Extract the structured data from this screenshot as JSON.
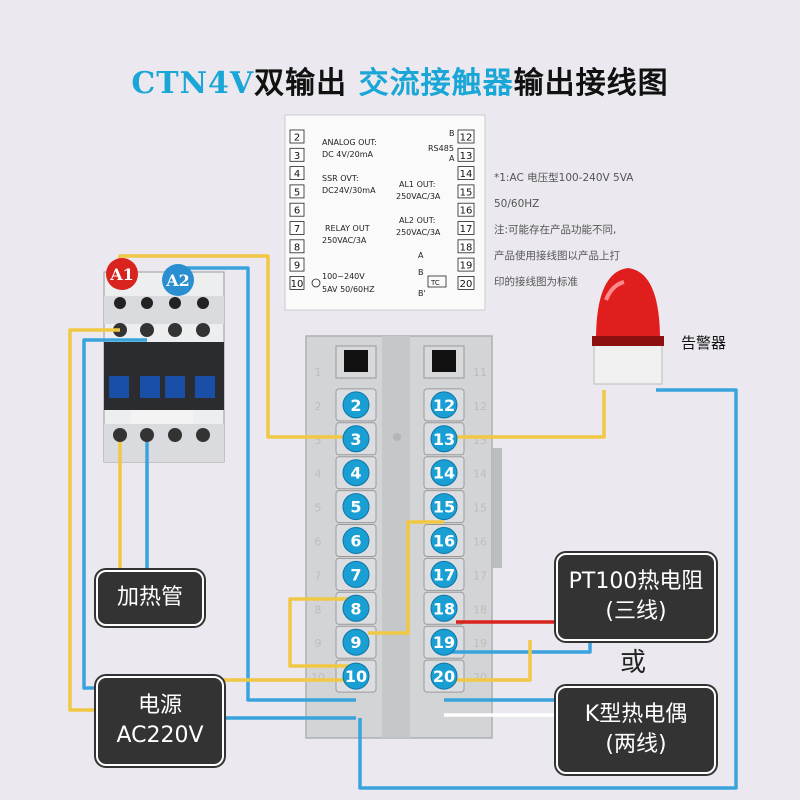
{
  "title": {
    "part1": "CTN4V",
    "part2": "双输出 ",
    "part3": "交流接触器",
    "part4": "输出接线图"
  },
  "schematic": {
    "left_terminals": [
      "2",
      "3",
      "4",
      "5",
      "6",
      "7",
      "8",
      "9",
      "10"
    ],
    "right_terminals": [
      "12",
      "13",
      "14",
      "15",
      "16",
      "17",
      "18",
      "19",
      "20"
    ],
    "analog_out": "ANALOG OUT:",
    "analog_spec": "DC 4V/20mA",
    "ssr_out": "SSR OVT:",
    "ssr_spec": "DC24V/30mA",
    "relay_out": "RELAY OUT",
    "relay_spec": "250VAC/3A",
    "power_spec1": "100~240V",
    "power_spec2": "5AV 50/60HZ",
    "rs485": "RS485",
    "rs485_b": "B",
    "rs485_a": "A",
    "al1_out": "AL1 OUT:",
    "al1_spec": "250VAC/3A",
    "al2_out": "AL2 OUT:",
    "al2_spec": "250VAC/3A",
    "sensor_a": "A",
    "sensor_b": "B",
    "sensor_b2": "B'",
    "tc": "TC"
  },
  "notes": {
    "line1": "*1:AC 电压型100-240V 5VA",
    "line2": "50/60HZ",
    "line3": "注:可能存在产品功能不同,",
    "line4": "产品使用接线图以产品上打",
    "line5": "印的接线图为标准"
  },
  "contactor": {
    "a1": "A1",
    "a2": "A2"
  },
  "alarm_label": "告警器",
  "heater_label": "加热管",
  "power_label_line1": "电源",
  "power_label_line2": "AC220V",
  "pt100_line1": "PT100热电阻",
  "pt100_line2": "(三线)",
  "or_label": "或",
  "ktc_line1": "K型热电偶",
  "ktc_line2": "(两线)",
  "controller": {
    "left_numbers": [
      "2",
      "3",
      "4",
      "5",
      "6",
      "7",
      "8",
      "9",
      "10"
    ],
    "right_numbers": [
      "12",
      "13",
      "14",
      "15",
      "16",
      "17",
      "18",
      "19",
      "20"
    ],
    "left_faded": [
      "1",
      "2",
      "3",
      "4",
      "5",
      "6",
      "7",
      "8",
      "9",
      "10"
    ],
    "right_faded": [
      "11",
      "12",
      "13",
      "14",
      "15",
      "16",
      "17",
      "18",
      "19",
      "20"
    ]
  },
  "colors": {
    "wire_blue": "#3aa3dd",
    "wire_yellow": "#f1c843",
    "wire_red": "#d9231e",
    "badge_red": "#d9231e",
    "badge_blue": "#2a8fd0",
    "title_blue": "#1aa6d6",
    "box_dark": "#333333"
  }
}
